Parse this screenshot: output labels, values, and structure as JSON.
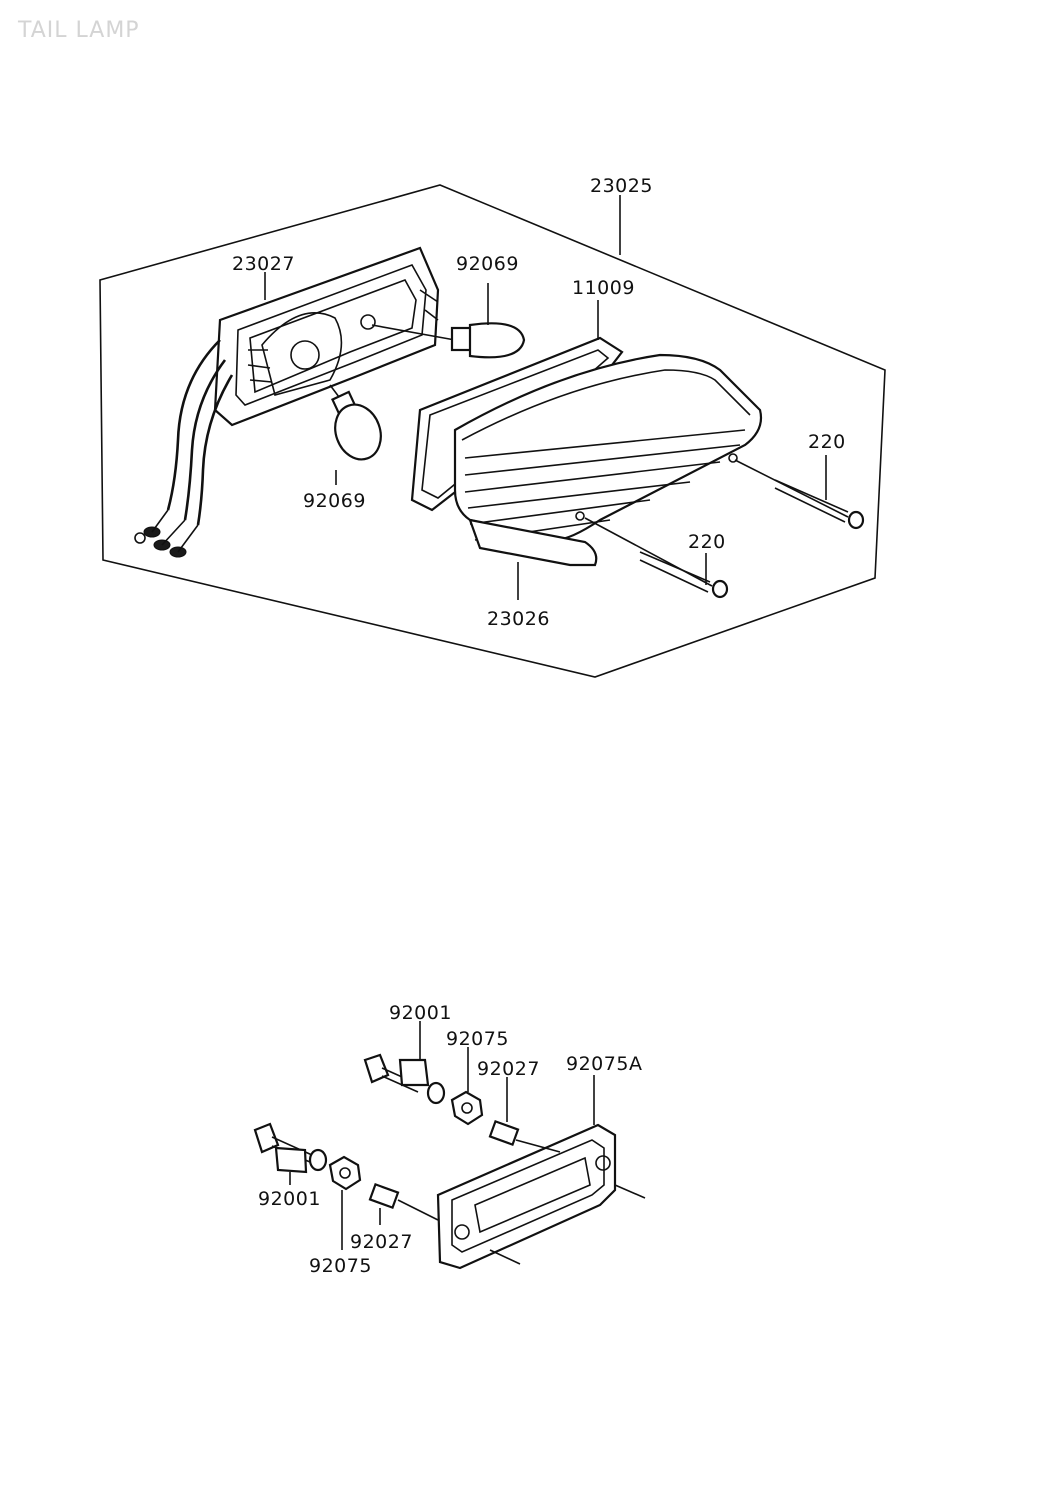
{
  "header": {
    "title": "TAIL LAMP"
  },
  "top_assembly": {
    "labels": {
      "assembly": "23025",
      "base": "23027",
      "bulb_upper": "92069",
      "bulb_lower": "92069",
      "gasket": "11009",
      "lens": "23026",
      "screw_upper": "220",
      "screw_lower": "220"
    }
  },
  "bottom_assembly": {
    "labels": {
      "bolt_upper": "92001",
      "nut_upper": "92075",
      "spacer_upper": "92027",
      "plate": "92075A",
      "bolt_lower": "92001",
      "spacer_lower": "92027",
      "nut_lower": "92075"
    }
  }
}
